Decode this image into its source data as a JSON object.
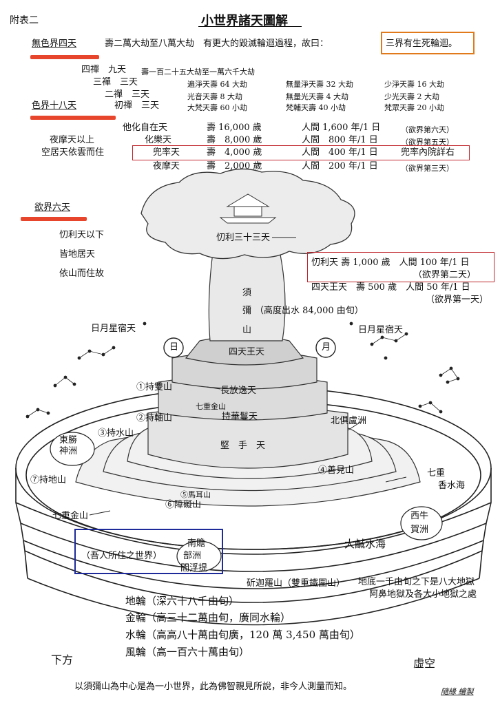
{
  "colors": {
    "red_bar": "#e8462c",
    "red_box": "#c0262c",
    "orange_box": "#e07a1b",
    "blue_box": "#1d2a9a",
    "ink": "#111111"
  },
  "header": {
    "appendix": "附表二",
    "title": "小世界諸天圖解"
  },
  "formless": {
    "label": "無色界四天",
    "desc": "壽二萬大劫至八萬大劫　有更大的毀滅輪迴過程，故曰：",
    "highlight": "三界有生死輪迴。"
  },
  "form_realm": {
    "label": "色界十八天",
    "rows": [
      {
        "dhyana": "四禪　九天",
        "c1": "壽一百二十五大劫至一萬六千大劫",
        "c2": "",
        "c3": ""
      },
      {
        "dhyana": "三禪　三天",
        "c1": "遍淨天壽 64 大劫",
        "c2": "無量淨天壽 32 大劫",
        "c3": "少淨天壽 16 大劫"
      },
      {
        "dhyana": "二禪　三天",
        "c1": "光音天壽 8 大劫",
        "c2": "無量光天壽 4 大劫",
        "c3": "少光天壽 2 大劫"
      },
      {
        "dhyana": "初禪　三天",
        "c1": "大梵天壽 60 小劫",
        "c2": "梵輔天壽 40 小劫",
        "c3": "梵眾天壽 20 小劫"
      }
    ]
  },
  "desire_upper": {
    "left_note": [
      "夜摩天以上",
      "空居天依雲而住"
    ],
    "rows": [
      {
        "name": "他化自在天",
        "life": "壽 16,000 歲",
        "human": "人間 1,600 年/1 日",
        "note": "（欲界第六天）"
      },
      {
        "name": "化樂天",
        "life": "壽　8,000 歲",
        "human": "人間　800 年/1 日",
        "note": "（欲界第五天）"
      },
      {
        "name": "兜率天",
        "life": "壽　4,000 歲",
        "human": "人間　400 年/1 日",
        "note": "兜率內院詳右"
      },
      {
        "name": "夜摩天",
        "life": "壽　2,000 歲",
        "human": "人間　200 年/1 日",
        "note": "（欲界第三天）"
      }
    ]
  },
  "desire_realm": {
    "label": "欲界六天",
    "left_note": [
      "忉利天以下",
      "皆地居天",
      "依山而住故"
    ]
  },
  "trayastrimsa": {
    "peak_label": "忉利三十三天",
    "line1": "忉利天 壽 1,000 歲　人間 100 年/1 日",
    "line2": "（欲界第二天）"
  },
  "four_kings": {
    "line1": "四天王天　壽 500 歲　人間 50 年/1 日",
    "line2": "（欲界第一天）"
  },
  "sumeru": {
    "chars": [
      "須",
      "彌",
      "山"
    ],
    "height": "（高度出水 84,000 由旬）",
    "kings_label": "四天王天"
  },
  "sky": {
    "sun": "日",
    "moon": "月",
    "stars_left": "日月星宿天",
    "stars_right": "日月星宿天"
  },
  "mountains": {
    "m1": "①持雙山",
    "m2": "②持軸山",
    "m3": "③持水山",
    "m4": "④善見山",
    "m5": "⑤馬耳山",
    "m6": "⑥障礙山",
    "m7": "⑦持地山",
    "seven_gold_top": "七重金山",
    "seven_gold_bottom": "七重金山",
    "tier1": "長放逸天",
    "tier2": "持華鬘天",
    "tier3": "堅　手　天"
  },
  "continents": {
    "east": [
      "東勝",
      "神洲"
    ],
    "north": "北俱盧洲",
    "west": [
      "西牛",
      "賀洲"
    ],
    "south": [
      "南贍",
      "部洲",
      "閻浮提"
    ],
    "our_world": "（吾人所住之世界）"
  },
  "seas": {
    "fragrant": [
      "七重",
      "香水海"
    ],
    "salt": "大鹹水海"
  },
  "iron_mountain": {
    "label": "斫迦羅山（雙重鐵圍山）",
    "hell1": "地底一千由旬之下是八大地獄",
    "hell2": "阿鼻地獄及各大小地獄之處"
  },
  "wheels": [
    "地輪（深六十八千由旬）",
    "金輪（高三十二萬由旬，廣同水輪）",
    "水輪（高高八十萬由旬廣，120 萬 3,450 萬由旬）",
    "風輪（高一百六十萬由旬）"
  ],
  "bottom": {
    "below": "下方",
    "void": "虛空",
    "footer": "以須彌山為中心是為一小世界，此為佛智親見所說，非今人測量而知。",
    "credit": "隨緣 繪製"
  }
}
